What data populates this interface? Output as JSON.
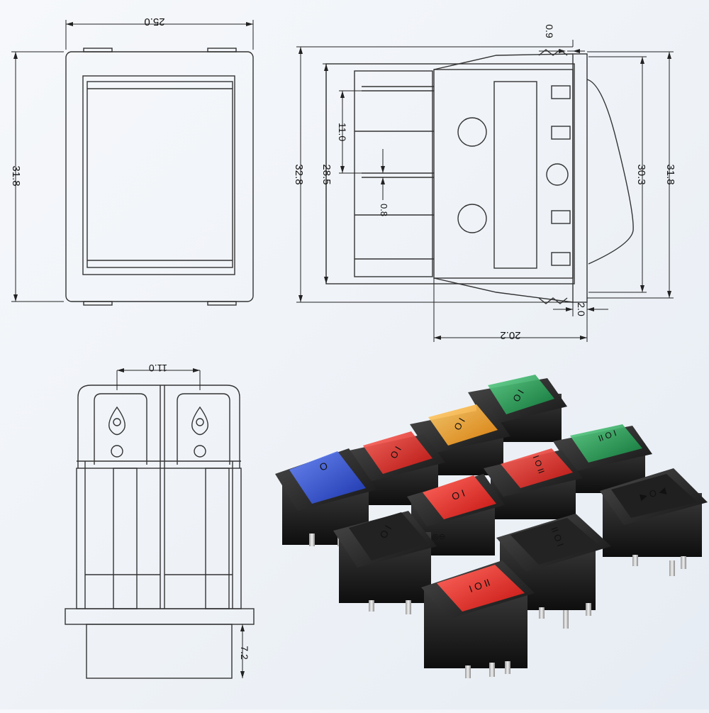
{
  "dimensions": {
    "front_width": "25.0",
    "front_height": "31.8",
    "side_gap": "0.9",
    "side_total_height": "32.8",
    "side_body_height": "28.5",
    "pin_spacing": "11.0",
    "pin_thickness": "0.8",
    "rocker_height": "30.3",
    "side_height_right": "31.8",
    "panel_thickness": "2.0",
    "body_depth": "20.2",
    "bottom_pin_spacing": "11.0",
    "bottom_protrusion": "7.2"
  },
  "rocker_marks": {
    "blue_lit": "O",
    "red_lit": "O I",
    "orange_lit": "O I",
    "green_lit": "O I",
    "green_lit_2": "II O I",
    "red_lit_2": "I O II",
    "red_flat": "O I",
    "black_1": "O I",
    "black_2": "II O I",
    "black_3": "▶ O ◀",
    "red_front": "I O II"
  },
  "colors": {
    "blue": "#2d4fd8",
    "red": "#e2231f",
    "orange": "#f7a21a",
    "green": "#1e9b4e",
    "black": "#1c1c1c",
    "line": "#333333"
  }
}
